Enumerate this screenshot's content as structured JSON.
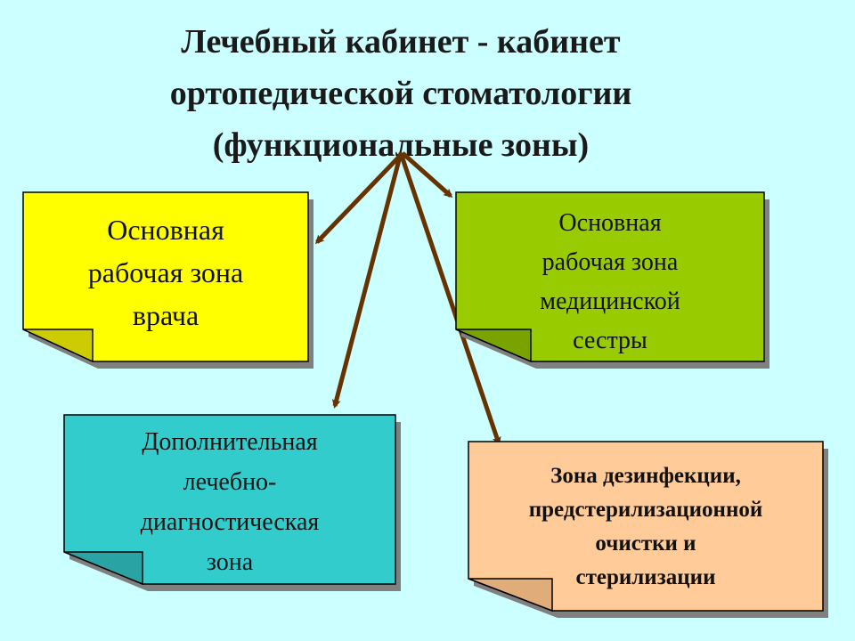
{
  "title": {
    "line1": "Лечебный кабинет - кабинет",
    "line2": "ортопедической стоматологии",
    "line3": "(функциональные зоны)"
  },
  "zones": {
    "doctor": {
      "line1": "Основная",
      "line2": "рабочая зона",
      "line3": "врача",
      "color": "#ffff00"
    },
    "nurse": {
      "line1": "Основная",
      "line2": "рабочая зона",
      "line3": "медицинской",
      "line4": "сестры",
      "color": "#99cc00"
    },
    "diagnostic": {
      "line1": "Дополнительная",
      "line2": "лечебно-",
      "line3": "диагностическая",
      "line4": "зона",
      "color": "#33cccc"
    },
    "disinfection": {
      "line1": "Зона дезинфекции,",
      "line2": "предстерилизационной",
      "line3": "очистки и",
      "line4": "стерилизации",
      "color": "#ffcc99"
    }
  },
  "colors": {
    "background": "#ccffff",
    "arrow": "#663300",
    "shadow": "#808080",
    "border": "#000000"
  }
}
